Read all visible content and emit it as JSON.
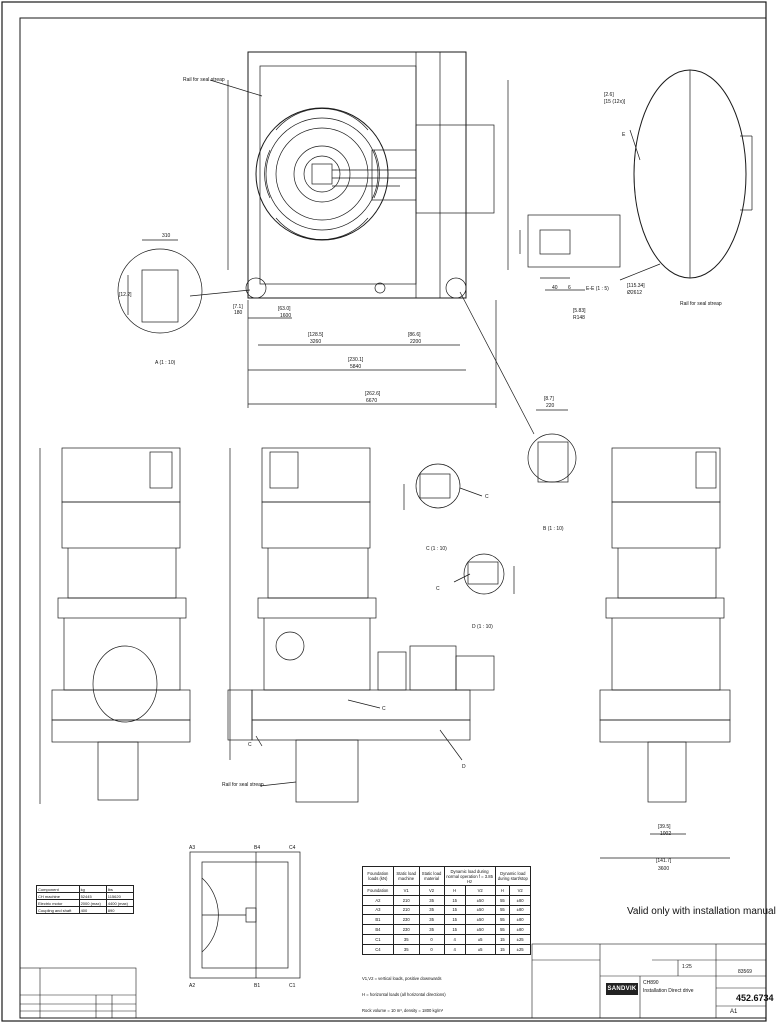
{
  "labels": {
    "rail_seal_strap": "Rail for seal streap",
    "view_a": "A (1 : 10)",
    "view_b": "B (1 : 10)",
    "view_c": "C (1 : 10)",
    "view_d": "D (1 : 10)",
    "view_ee": "E-E (1 : 5)",
    "valid_text": "Valid only with installation manual",
    "letter_a": "A",
    "letter_b": "B",
    "letter_c": "C",
    "letter_d": "D",
    "letter_e": "E"
  },
  "dims": {
    "d310": "310",
    "d122": "[12.2]",
    "d122b": "[12.2]",
    "d310b": "310",
    "d180": "180",
    "d1600": "1600",
    "d3260": "3260",
    "d2200": "2200",
    "d5840": "5840",
    "d6670": "6670",
    "d7_1": "[7.1]",
    "d63": "[63.0]",
    "d1285": "[128.5]",
    "d868": "[86.6]",
    "d2301": "[230.1]",
    "d2626": "[262.6]",
    "d220": "220",
    "d87": "[8.7]",
    "d3600": "3600",
    "d1417": "[141.7]",
    "d1002": "1002",
    "d395": "[39.5]",
    "d2612": "Ø2612",
    "d_r148": "R148",
    "d_583": "[5.83]",
    "d_40": "40",
    "d_6": "6",
    "d_1516": "[15 (12x)]",
    "d_26": "[2.6]",
    "d_11534": "[115.34]"
  },
  "component_table": {
    "rows": [
      [
        "Component",
        "kg",
        "lbs"
      ],
      [
        "CH machine",
        "52445",
        "115620"
      ],
      [
        "Electric motor",
        "2000 (max)",
        "4400 (max)"
      ],
      [
        "Coupling and shaft",
        "400",
        "890"
      ]
    ]
  },
  "load_table": {
    "header": [
      "Foundation loads (kN)",
      "Static load machine",
      "Static load material",
      "Dynamic load during normal operation f = 3.85 Hz",
      "",
      "Dynamic load during start/stop",
      ""
    ],
    "subheader": [
      "Foundation",
      "V1",
      "V2",
      "H",
      "V2",
      "H",
      "V2"
    ],
    "rows": [
      [
        "A2",
        "210",
        "35",
        "15",
        "±50",
        "55",
        "±80"
      ],
      [
        "A3",
        "210",
        "35",
        "15",
        "±50",
        "55",
        "±80"
      ],
      [
        "B1",
        "230",
        "35",
        "15",
        "±50",
        "55",
        "±80"
      ],
      [
        "B4",
        "230",
        "35",
        "15",
        "±50",
        "55",
        "±80"
      ],
      [
        "C1",
        "35",
        "0",
        "4",
        "±5",
        "15",
        "±25"
      ],
      [
        "C4",
        "35",
        "0",
        "4",
        "±5",
        "15",
        "±25"
      ]
    ],
    "notes": [
      "V1,V2 = vertical loads, positive downwards",
      "H = horizontal loads (all horizontal directions)",
      "Rock volume = 10 m³, density = 1800 kg/m³"
    ]
  },
  "foundation_plan": {
    "labels": [
      "A3",
      "B4",
      "C4",
      "A2",
      "B1",
      "C1"
    ]
  },
  "title_block": {
    "company": "SANDVIK",
    "product": "CH890",
    "title": "Installation Direct drive",
    "doc_number": "452.6734",
    "number_small": "83569",
    "sheet": "A1",
    "scale": "1:25"
  },
  "colors": {
    "line": "#1a1a1a",
    "paper": "#ffffff"
  }
}
